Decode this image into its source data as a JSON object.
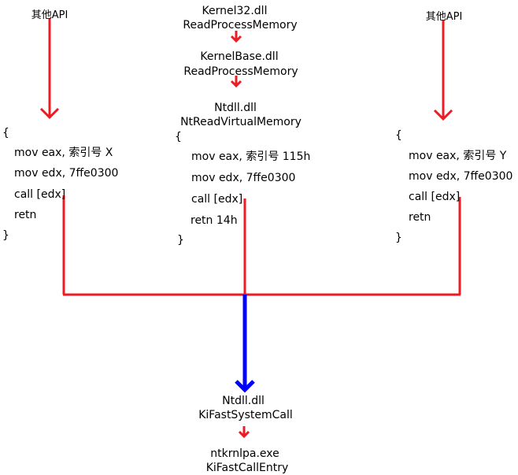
{
  "colors": {
    "flow_arrow": "#ed1c24",
    "merged_arrow": "#0000ff",
    "text": "#000000"
  },
  "left": {
    "title": "其他API",
    "code": {
      "open": "{",
      "lines": [
        "mov eax, 索引号 X",
        "mov edx, 7ffe0300",
        "call [edx]",
        "retn"
      ],
      "close": "}"
    }
  },
  "center": {
    "steps": [
      {
        "module": "Kernel32.dll",
        "function": "ReadProcessMemory"
      },
      {
        "module": "KernelBase.dll",
        "function": "ReadProcessMemory"
      },
      {
        "module": "Ntdll.dll",
        "function": "NtReadVirtualMemory"
      }
    ],
    "code": {
      "open": "{",
      "lines": [
        "mov eax, 索引号 115h",
        "mov edx, 7ffe0300",
        "call [edx]",
        "retn 14h"
      ],
      "close": "}"
    }
  },
  "right": {
    "title": "其他API",
    "code": {
      "open": "{",
      "lines": [
        "mov eax, 索引号 Y",
        "mov edx, 7ffe0300",
        "call [edx]",
        "retn"
      ],
      "close": "}"
    }
  },
  "bottom": {
    "steps": [
      {
        "module": "Ntdll.dll",
        "function": "KiFastSystemCall"
      },
      {
        "module": "ntkrnlpa.exe",
        "function": "KiFastCallEntry"
      }
    ]
  }
}
